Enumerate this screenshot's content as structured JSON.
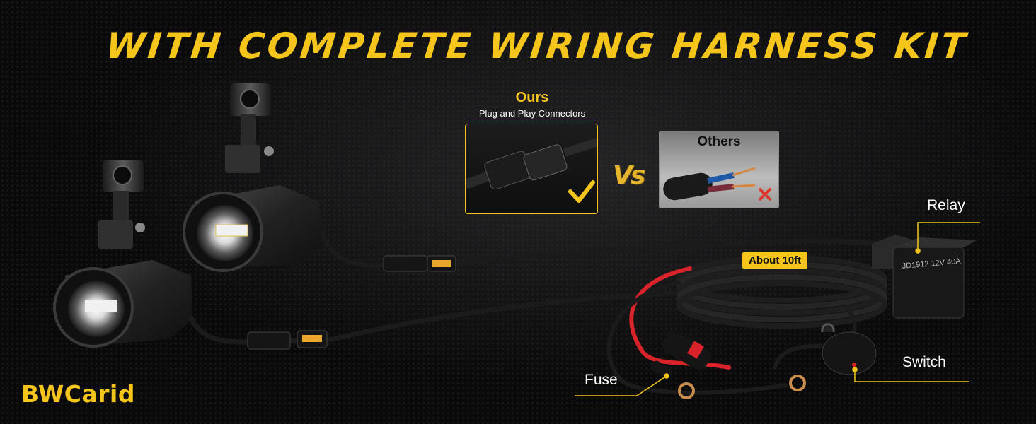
{
  "headline": "WITH COMPLETE WIRING HARNESS KIT",
  "comparison": {
    "ours_title": "Ours",
    "ours_subtitle": "Plug and Play Connectors",
    "vs_text": "Vs",
    "others_title": "Others"
  },
  "callouts": {
    "relay": "Relay",
    "cable_length": "About 10ft",
    "switch": "Switch",
    "fuse": "Fuse"
  },
  "relay_print": "JD1912 12V 40A",
  "brand": "BWCarid",
  "colors": {
    "accent": "#f5c51c",
    "background": "#0b0b0c",
    "check": "#f5c51c",
    "cross": "#d93a2b",
    "positive_wire": "#d8232a"
  }
}
